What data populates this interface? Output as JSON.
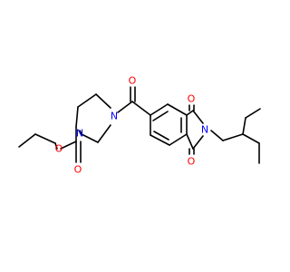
{
  "colors": {
    "bond": "#000000",
    "oxygen": "#ff0000",
    "nitrogen": "#0000ff",
    "background": "#ffffff"
  },
  "atoms": {
    "o_ester_ether": "O",
    "o_ester_carbonyl": "O",
    "n_piperazine_carbamate": "N",
    "n_piperazine_amide": "N",
    "o_amide_carbonyl": "O",
    "o_imide_top": "O",
    "n_imide": "N",
    "o_imide_bottom": "O"
  }
}
